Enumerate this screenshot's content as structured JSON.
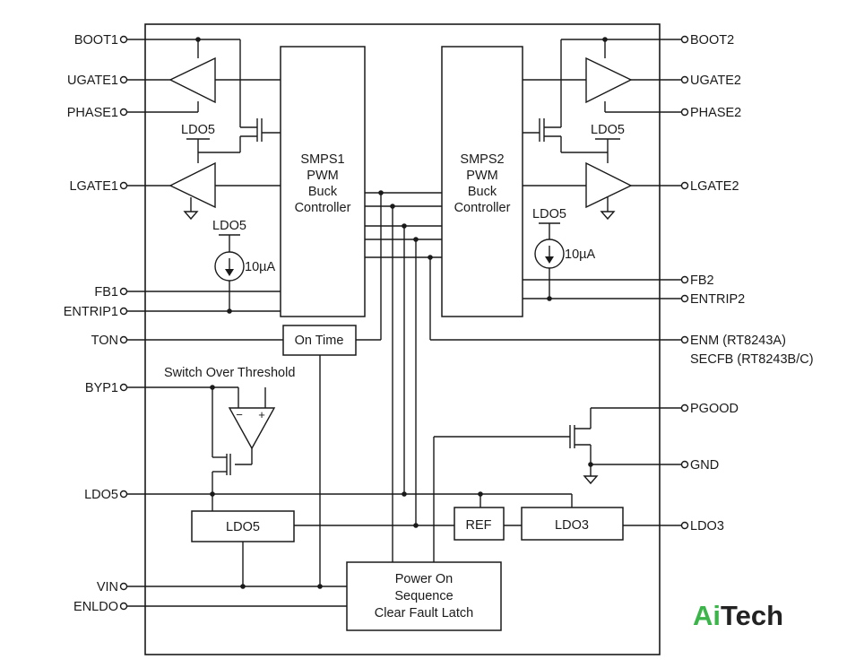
{
  "pins_left": {
    "boot1": "BOOT1",
    "ugate1": "UGATE1",
    "phase1": "PHASE1",
    "lgate1": "LGATE1",
    "fb1": "FB1",
    "entrip1": "ENTRIP1",
    "ton": "TON",
    "byp1": "BYP1",
    "ldo5": "LDO5",
    "vin": "VIN",
    "enldo": "ENLDO"
  },
  "pins_right": {
    "boot2": "BOOT2",
    "ugate2": "UGATE2",
    "phase2": "PHASE2",
    "lgate2": "LGATE2",
    "fb2": "FB2",
    "entrip2": "ENTRIP2",
    "enm": "ENM (RT8243A)",
    "secfb": "SECFB (RT8243B/C)",
    "pgood": "PGOOD",
    "gnd": "GND",
    "ldo3": "LDO3"
  },
  "blocks": {
    "smps1": [
      "SMPS1",
      "PWM",
      "Buck",
      "Controller"
    ],
    "smps2": [
      "SMPS2",
      "PWM",
      "Buck",
      "Controller"
    ],
    "on_time": "On Time",
    "ldo5": "LDO5",
    "ref": "REF",
    "ldo3": "LDO3",
    "power_on": [
      "Power On",
      "Sequence",
      "Clear Fault Latch"
    ]
  },
  "internal_labels": {
    "ldo5_a": "LDO5",
    "ldo5_b": "LDO5",
    "ldo5_c": "LDO5",
    "ldo5_d": "LDO5",
    "current_1": "10µA",
    "current_2": "10µA",
    "switch_over": "Switch Over Threshold",
    "minus": "−",
    "plus": "+"
  },
  "logo": {
    "ai": "Ai",
    "tech": "Tech",
    "ai_color": "#3bb54a",
    "tech_color": "#222222"
  }
}
